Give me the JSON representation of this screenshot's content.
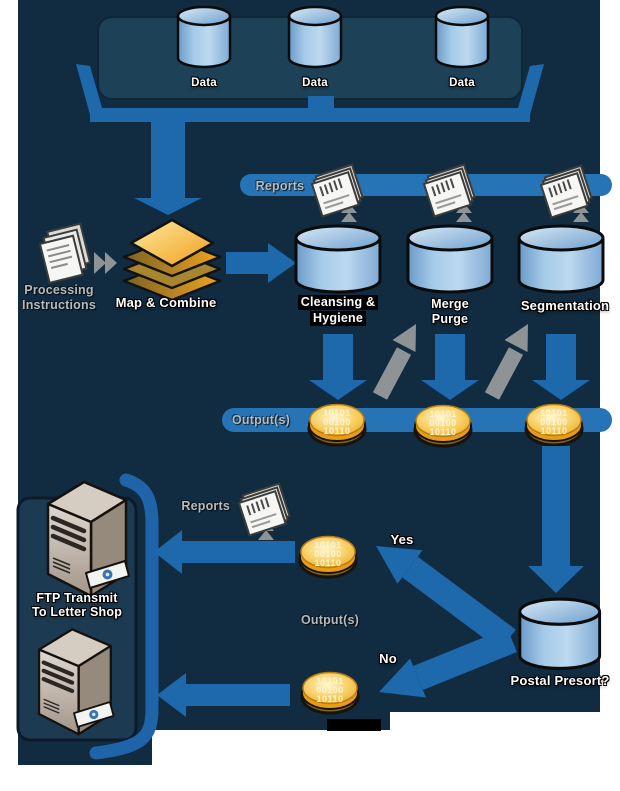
{
  "colors": {
    "page_bg": "#ffffff",
    "canvas_navy": "#112b40",
    "panel_navy": "#1d4156",
    "flow_blue": "#1e68ac",
    "bar_blue": "#2674b6",
    "neutral_gray": "#8e9396",
    "text_silver": "#b5babd",
    "coin_gold": "#f2b338"
  },
  "data_sources": {
    "items": [
      {
        "label": "Data"
      },
      {
        "label": "Data"
      },
      {
        "label": "Data"
      }
    ]
  },
  "processing_instructions": {
    "line1": "Processing",
    "line2": "Instructions"
  },
  "map_combine": {
    "label": "Map & Combine"
  },
  "reports_bar": {
    "label": "Reports"
  },
  "stages": [
    {
      "line1": "Cleansing &",
      "line2": "Hygiene"
    },
    {
      "line1": "Merge",
      "line2": "Purge"
    },
    {
      "line1": "Segmentation",
      "line2": ""
    }
  ],
  "output_bar": {
    "label": "Output(s)"
  },
  "coin_text": {
    "line1": "10101",
    "line2": "00100",
    "line3": "10110"
  },
  "decision": {
    "cylinder_label": "Postal Presort?",
    "yes_label": "Yes",
    "no_label": "No"
  },
  "branch": {
    "reports_label": "Reports",
    "output_label": "Output(s)"
  },
  "ftp": {
    "line1": "FTP Transmit",
    "line2": "To Letter Shop"
  }
}
